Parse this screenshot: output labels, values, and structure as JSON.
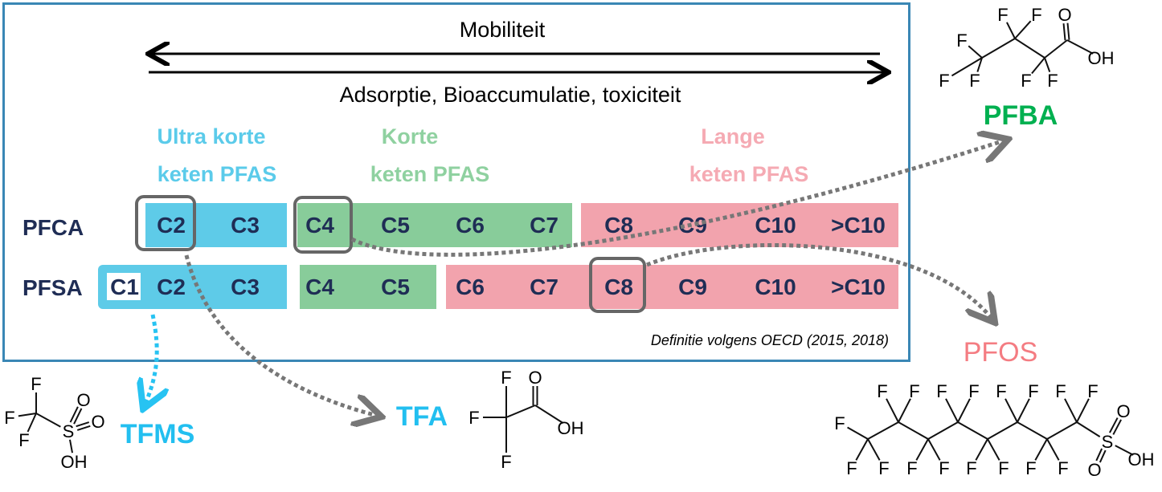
{
  "header": {
    "mobility": "Mobiliteit",
    "adsorption": "Adsorptie, Bioaccumulatie, toxiciteit"
  },
  "categories": [
    {
      "line1": "Ultra korte",
      "line2": "keten PFAS",
      "color": "#5bcbea"
    },
    {
      "line1": "Korte",
      "line2": "keten PFAS",
      "color": "#8fd1a0"
    },
    {
      "line1": "Lange",
      "line2": "keten PFAS",
      "color": "#f5aab3"
    }
  ],
  "rows": {
    "pfca": {
      "label": "PFCA",
      "cells": [
        "C2",
        "C3",
        "C4",
        "C5",
        "C6",
        "C7",
        "C8",
        "C9",
        "C10",
        ">C10"
      ]
    },
    "pfsa": {
      "label": "PFSA",
      "cells": [
        "C1",
        "C2",
        "C3",
        "C4",
        "C5",
        "C6",
        "C7",
        "C8",
        "C9",
        "C10",
        ">C10"
      ]
    }
  },
  "colors": {
    "ultra": "#5ecbe8",
    "short": "#88cc9a",
    "long": "#f2a3ad",
    "frame": "#3a87b5",
    "text": "#1f2d55"
  },
  "footnote": "Definitie volgens OECD (2015, 2018)",
  "compounds": {
    "pfba": {
      "name": "PFBA",
      "color": "#00b050",
      "atoms": [
        "F",
        "F",
        "F",
        "F",
        "F",
        "F",
        "F",
        "O",
        "OH"
      ]
    },
    "pfos": {
      "name": "PFOS",
      "color": "#f47c82",
      "atoms": [
        "F",
        "F",
        "F",
        "F",
        "F",
        "F",
        "F",
        "F",
        "F",
        "F",
        "F",
        "F",
        "F",
        "F",
        "F",
        "F",
        "F",
        "S",
        "O",
        "O",
        "OH"
      ]
    },
    "tfa": {
      "name": "TFA",
      "color": "#22bff0",
      "atoms": [
        "F",
        "F",
        "F",
        "O",
        "OH"
      ]
    },
    "tfms": {
      "name": "TFMS",
      "color": "#22bff0",
      "atoms": [
        "F",
        "F",
        "F",
        "S",
        "O",
        "O",
        "OH"
      ]
    }
  }
}
